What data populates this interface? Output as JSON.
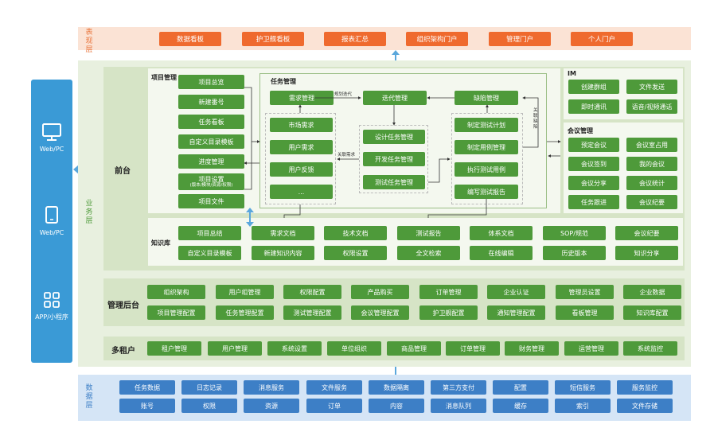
{
  "presentation": {
    "label": "表现层",
    "items": [
      "数据看板",
      "护卫舰看板",
      "报表汇总",
      "组织架构门户",
      "管理门户",
      "个人门户"
    ]
  },
  "clients": {
    "items": [
      {
        "label": "Web/PC",
        "icon": "monitor-icon"
      },
      {
        "label": "Web/PC",
        "icon": "tablet-icon"
      },
      {
        "label": "APP/小程序",
        "icon": "app-grid-icon"
      }
    ]
  },
  "business": {
    "label": "业务层",
    "frontend_title": "前台",
    "project_mgmt": {
      "title": "项目管理",
      "items": [
        "项目总览",
        "新建番号",
        "任务看板",
        "自定义目录模板",
        "进度管理"
      ],
      "settings": {
        "label": "项目设置",
        "sub": "(版本/模块/资源/权限)"
      },
      "files": "项目文件"
    },
    "task_mgmt": {
      "title": "任务管理",
      "req_mgmt": "需求管理",
      "iteration": "迭代管理",
      "defect": "缺陷管理",
      "req_sources": [
        "市场需求",
        "用户需求",
        "用户反馈",
        "..."
      ],
      "dev_tasks": [
        "设计任务管理",
        "开发任务管理",
        "测试任务管理"
      ],
      "test_tasks": [
        "制定测试计划",
        "制定用例管理",
        "执行测试用例",
        "编写测试报告"
      ],
      "notes": {
        "plan_iteration": "规划迭代",
        "link_req": "关联需求",
        "link_defect": "关联缺陷"
      }
    },
    "im": {
      "title": "IM",
      "items": [
        "创建群组",
        "文件发送",
        "即时通讯",
        "语音/视频通话"
      ]
    },
    "meeting": {
      "title": "会议管理",
      "items": [
        "预定会议",
        "会议室占用",
        "会议签到",
        "我的会议",
        "会议分享",
        "会议统计",
        "任务跟进",
        "会议纪要"
      ]
    },
    "knowledge": {
      "title": "知识库",
      "row1": [
        "项目总结",
        "需求文档",
        "技术文档",
        "测试报告",
        "体系文档",
        "SOP/规范",
        "会议纪要"
      ],
      "row2": [
        "自定义目录模板",
        "新建知识内容",
        "权限设置",
        "全文检索",
        "在线编辑",
        "历史版本",
        "知识分享"
      ]
    },
    "backend": {
      "title": "管理后台",
      "row1": [
        "组织架构",
        "用户组管理",
        "权限配置",
        "产品购买",
        "订单管理",
        "企业认证",
        "管理员设置",
        "企业数据"
      ],
      "row2": [
        "项目管理配置",
        "任务管理配置",
        "测试管理配置",
        "会议管理配置",
        "护卫舰配置",
        "通知管理配置",
        "看板管理",
        "知识库配置"
      ]
    },
    "tenant": {
      "title": "多租户",
      "items": [
        "租户管理",
        "用户管理",
        "系统设置",
        "单位组织",
        "商品管理",
        "订单管理",
        "财务管理",
        "运营管理",
        "系统监控"
      ]
    }
  },
  "data_layer": {
    "label": "数据层",
    "row1": [
      "任务数据",
      "日志记录",
      "消息服务",
      "文件服务",
      "数据隔离",
      "第三方支付",
      "配置",
      "短信服务",
      "服务监控"
    ],
    "row2": [
      "账号",
      "权限",
      "资源",
      "订单",
      "内容",
      "消息队列",
      "缓存",
      "索引",
      "文件存储"
    ]
  }
}
